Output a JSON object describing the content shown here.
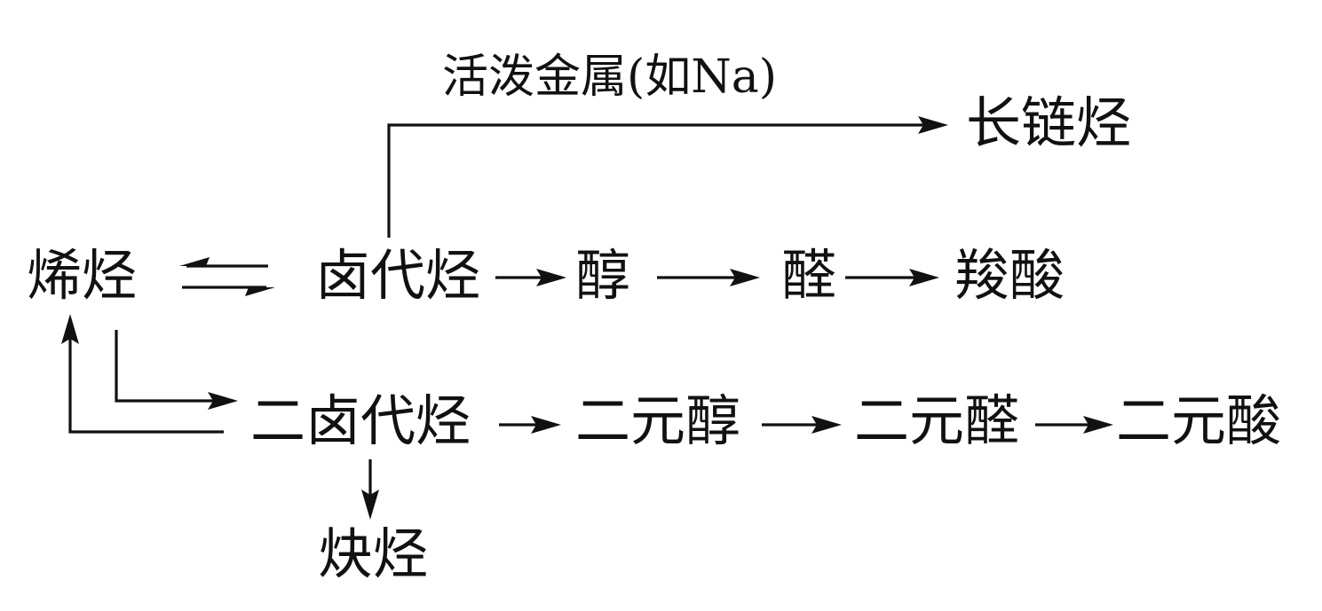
{
  "nodes": {
    "alkene": "烯烃",
    "haloalkane": "卤代烃",
    "alcohol": "醇",
    "aldehyde": "醛",
    "carboxylic_acid": "羧酸",
    "long_chain_alkane": "长链烃",
    "dihaloalkane": "二卤代烃",
    "diol": "二元醇",
    "dialdehyde": "二元醛",
    "diacid": "二元酸",
    "alkyne": "炔烃"
  },
  "edge_labels": {
    "active_metal": "活泼金属(如Na)"
  },
  "colors": {
    "ink": "#111111",
    "background": "#ffffff"
  }
}
